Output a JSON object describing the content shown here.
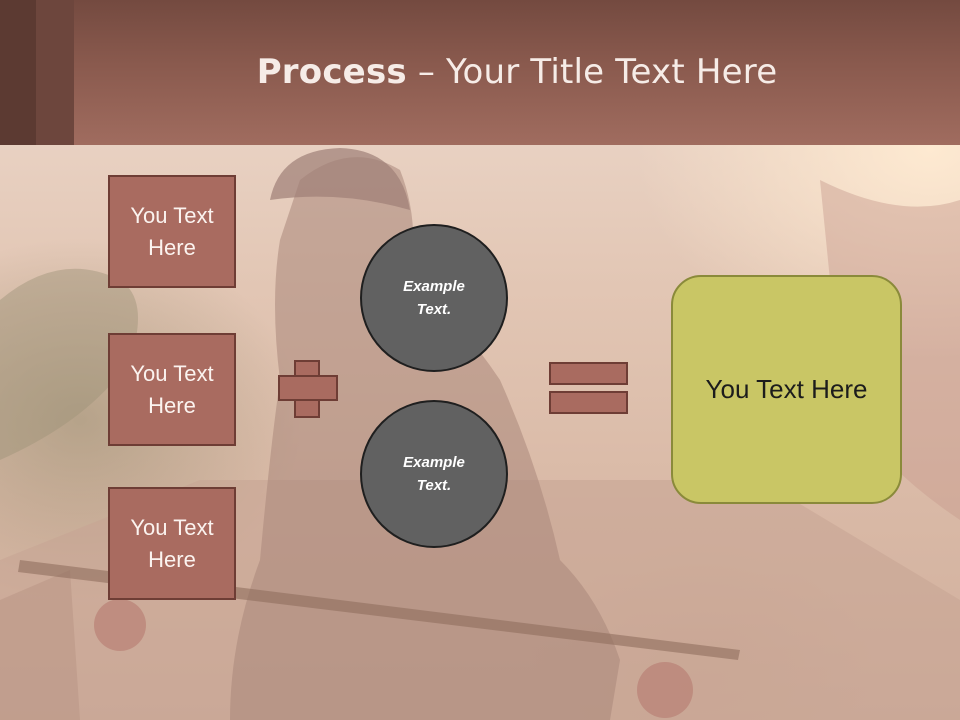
{
  "header": {
    "title_bold": "Process",
    "title_rest": " – Your Title Text Here"
  },
  "left_boxes": [
    {
      "text": "You Text Here"
    },
    {
      "text": "You Text Here"
    },
    {
      "text": "You Text Here"
    }
  ],
  "circles": [
    {
      "text": "Example Text."
    },
    {
      "text": "Example Text."
    }
  ],
  "result": {
    "text": "You Text Here"
  },
  "colors": {
    "header": "#8a5a4e",
    "box_fill": "#a96b60",
    "box_border": "#6e3d35",
    "circle_fill": "#616161",
    "result_fill": "#c9c665"
  }
}
